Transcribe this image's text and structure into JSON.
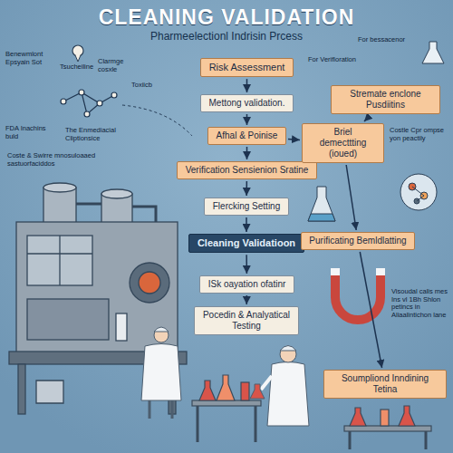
{
  "diagram": {
    "title": "CLEANING VALIDATION",
    "nodes": [
      {
        "text": [
          "Risk Assessment"
        ]
      },
      {
        "text": [
          "Mettong validation."
        ]
      },
      {
        "text": [
          "Afhal & Poinise"
        ]
      },
      {
        "text": [
          "Verification Sensienion Sratine"
        ]
      },
      {
        "text": [
          "Flercking Setting"
        ]
      },
      {
        "text": [
          "Cleaning Validatioon"
        ]
      },
      {
        "text": [
          "ISk oayation ofatinr"
        ]
      },
      {
        "text": [
          "Pocedin & Analyatical Testing"
        ]
      },
      {
        "text": [
          "Stremate enclone Pusdiitins"
        ]
      },
      {
        "text": [
          "Briel demecttting (ioued)"
        ]
      },
      {
        "text": [
          "Purificating Bemldlatting"
        ]
      },
      {
        "text": [
          "Soumpliond Inndining Tetina"
        ]
      }
    ],
    "edges": [
      {
        "from": 0,
        "to": 1,
        "arrow": "to"
      },
      {
        "from": 1,
        "to": 2,
        "arrow": "to"
      },
      {
        "from": 2,
        "to": 3,
        "arrow": "to"
      },
      {
        "from": 3,
        "to": 4,
        "arrow": "to"
      },
      {
        "from": 4,
        "to": 5,
        "arrow": "to"
      },
      {
        "from": 5,
        "to": 6,
        "arrow": "to"
      },
      {
        "from": 6,
        "to": 7,
        "arrow": "to"
      },
      {
        "from": 2,
        "to": 9,
        "arrow": "to"
      },
      {
        "from": 8,
        "to": 9,
        "arrow": "to"
      },
      {
        "from": 9,
        "to": 10,
        "arrow": "to"
      },
      {
        "from": 10,
        "to": 11,
        "arrow": "to"
      }
    ],
    "labels": [
      "Pharmeelectionl Indrisin Prcess",
      "Benewmlont Epsyain Sot",
      "Clarmge cosxle",
      "Tsucheiline",
      "For Verifloration",
      "For bessacenor",
      "Toxiicb",
      "FDA Inachins buld",
      "The Enmediacial Cliptionsice",
      "Coste & Swirre mnosuloaaed sastuorfaciddos",
      "Costle Cpr ompse yon peactily",
      "Visoudal calis mes Ins vl 1Bh Shlon petincs in Aliaalintichon lane"
    ]
  }
}
